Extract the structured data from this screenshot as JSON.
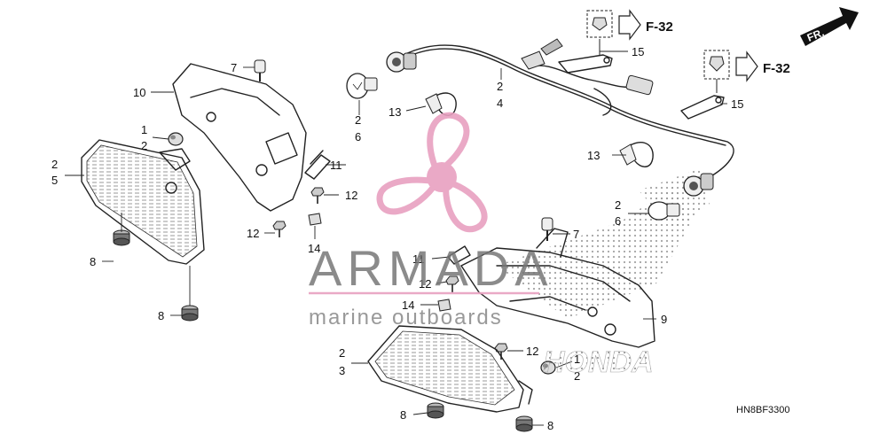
{
  "diagram": {
    "code": "HN8BF3300",
    "front_marker": "FR.",
    "references": [
      {
        "id": "ref-top",
        "label": "F-32"
      },
      {
        "id": "ref-right",
        "label": "F-32"
      }
    ],
    "callouts": [
      "7",
      "10",
      "1",
      "2",
      "2",
      "5",
      "11",
      "12",
      "12",
      "14",
      "8",
      "8",
      "13",
      "2",
      "6",
      "2",
      "4",
      "15",
      "15",
      "13",
      "2",
      "6",
      "7",
      "11",
      "12",
      "14",
      "9",
      "2",
      "3",
      "12",
      "1",
      "2",
      "8",
      "8"
    ]
  },
  "watermark": {
    "brand": "ARMADA",
    "tagline": "marine outboards",
    "logo_mark": "HONDA"
  },
  "colors": {
    "line": "#222222",
    "logo_pink": "#e8a0c0",
    "logo_pink_dark": "#d889ae",
    "watermark_gray": "#777777",
    "honda_dots": "#999999"
  }
}
